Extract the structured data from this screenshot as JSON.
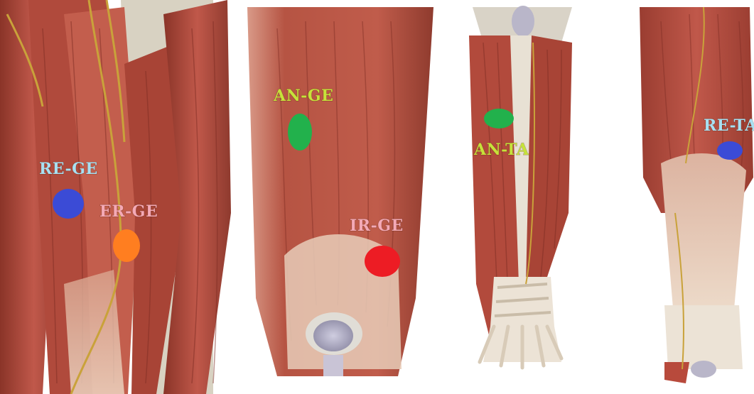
{
  "colors": {
    "background": "#ffffff",
    "muscle": "#b24a3c",
    "muscle_dark": "#7e2d24",
    "muscle_light": "#d98a78",
    "tendon": "#e8d2bc",
    "bone": "#d9d4c8",
    "nerve": "#c9a23a",
    "kneecap": "#b9b6c9"
  },
  "panels": [
    {
      "view": "posterior-thigh",
      "markers": [
        {
          "label": "RE-GE",
          "color": "#3b4bd6",
          "label_color": "#a8e0f2"
        },
        {
          "label": "ER-GE",
          "color": "#ff7e20",
          "label_color": "#f4a9b6"
        }
      ]
    },
    {
      "view": "anterior-thigh",
      "markers": [
        {
          "label": "AN-GE",
          "color": "#22b14c",
          "label_color": "#c6e23a"
        },
        {
          "label": "IR-GE",
          "color": "#ed1c24",
          "label_color": "#f4a9b6"
        }
      ]
    },
    {
      "view": "anterior-leg",
      "markers": [
        {
          "label": "AN-TA",
          "color": "#22b14c",
          "label_color": "#c6e23a"
        }
      ]
    },
    {
      "view": "posterior-leg",
      "markers": [
        {
          "label": "RE-TA",
          "color": "#3b4bd6",
          "label_color": "#a8e0f2"
        }
      ]
    }
  ]
}
